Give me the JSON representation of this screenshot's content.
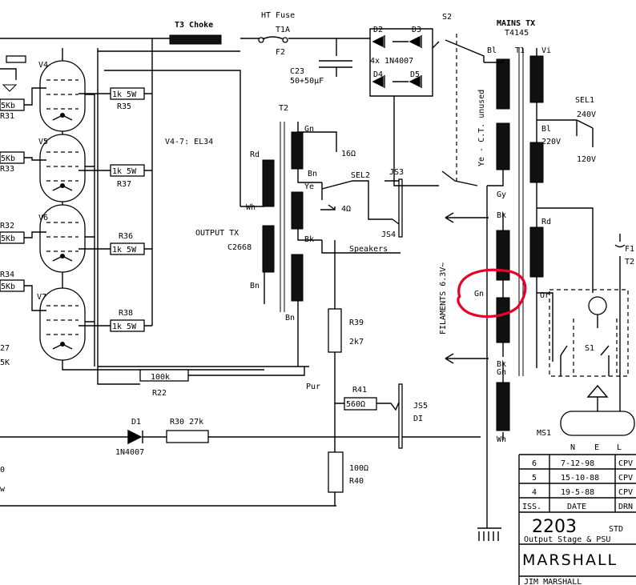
{
  "labels": {
    "v4": "V4",
    "v5": "V5",
    "v6": "V6",
    "v7": "V7",
    "r31_val": "5Kb",
    "r31": "R31",
    "r33_val": "5Kb",
    "r33": "R33",
    "r32": "R32",
    "r32_val": "5Kb",
    "r34": "R34",
    "r34_val": "5Kb",
    "r27_a": "27",
    "r27_b": "5K",
    "r35_val": "1k 5W",
    "r35": "R35",
    "r37_val": "1k 5W",
    "r37": "R37",
    "r36": "R36",
    "r36_val": "1k 5W",
    "r38": "R38",
    "r38_val": "1k 5W",
    "valves": "V4-7: EL34",
    "t3": "T3 Choke",
    "ht_fuse": "HT Fuse",
    "t1a": "T1A",
    "f2": "F2",
    "c23": "C23",
    "c23_val": "50+50µF",
    "d2": "D2",
    "d3": "D3",
    "d4": "D4",
    "d5": "D5",
    "diodes": "4x 1N4007",
    "s2": "S2",
    "mains_tx": "MAINS TX",
    "t4145": "T4145",
    "b1_left": "Bl",
    "t1": "T1",
    "vi": "Vi",
    "ye_ct": "Ye - C.T. unused",
    "sel1": "SEL1",
    "v240": "240V",
    "bl_right": "Bl",
    "v220": "220V",
    "v120": "120V",
    "t2": "T2",
    "gn_top": "Gn",
    "ohm16": "16Ω",
    "rd": "Rd",
    "bn_top": "Bn",
    "ye": "Ye",
    "sel2": "SEL2",
    "js3": "JS3",
    "wh": "Wh",
    "ohm4": "4Ω",
    "output_tx": "OUTPUT TX",
    "c2668": "C2668",
    "bk_t2": "Bk",
    "js4": "JS4",
    "speakers": "Speakers",
    "bn_left": "Bn",
    "bn_bottom": "Bn",
    "gy": "Gy",
    "bk_fil": "Bk",
    "rd_mains": "Rd",
    "filaments": "FILAMENTS 6.3V~",
    "gn_fil": "Gn",
    "or": "Or",
    "r39": "R39",
    "r39_val": "2k7",
    "r22_val": "100k",
    "r22": "R22",
    "pur": "Pur",
    "r41": "R41",
    "r41_val": "560Ω",
    "js5": "JS5",
    "di": "DI",
    "d1": "D1",
    "r30": "R30 27k",
    "d1_part": "1N4007",
    "r40_val": "100Ω",
    "r40": "R40",
    "s1": "S1",
    "bk_gn_a": "Bk",
    "bk_gn_b": "Gn",
    "wh_bottom": "Wh",
    "ms1": "MS1",
    "n": "N",
    "e": "E",
    "l": "L",
    "f1": "F1",
    "t2_right": "T2",
    "left_0": "0",
    "left_w": "w"
  },
  "title_block": {
    "rows": [
      {
        "iss": "6",
        "date": "7-12-98",
        "drn": "CPV"
      },
      {
        "iss": "5",
        "date": "15-10-88",
        "drn": "CPV"
      },
      {
        "iss": "4",
        "date": "19-5-88",
        "drn": "CPV"
      }
    ],
    "hdr_iss": "ISS.",
    "hdr_date": "DATE",
    "hdr_drn": "DRN",
    "model": "2203",
    "std": "STD",
    "subtitle": "Output Stage & PSU",
    "brand": "MARSHALL",
    "footer": "JIM MARSHALL"
  },
  "annotation_color": "#e8002a"
}
